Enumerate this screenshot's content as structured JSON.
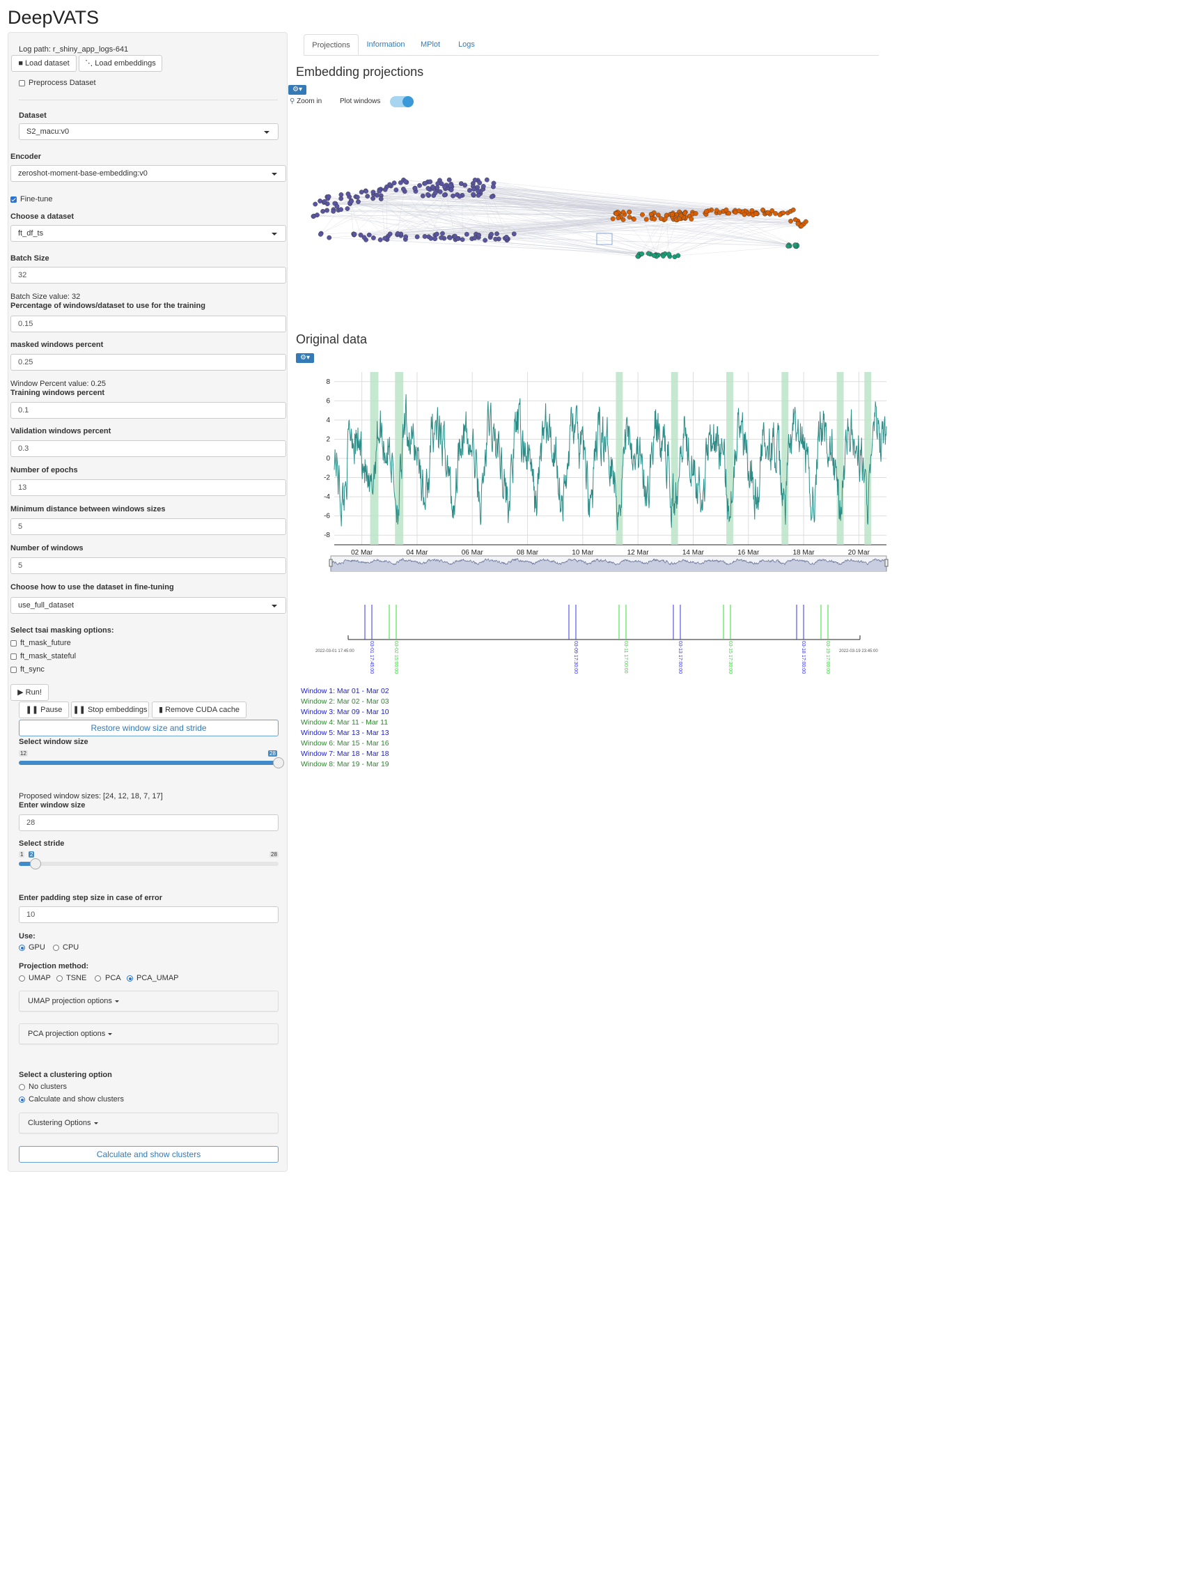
{
  "app": {
    "title": "DeepVATS"
  },
  "sidebar": {
    "log_path": "Log path: r_shiny_app_logs-641",
    "load_dataset": "Load dataset",
    "load_embeddings": "Load embeddings",
    "preprocess": "Preprocess Dataset",
    "dataset_label": "Dataset",
    "dataset_value": "S2_macu:v0",
    "encoder_label": "Encoder",
    "encoder_value": "zeroshot-moment-base-embedding:v0",
    "finetune": "Fine-tune",
    "choose_dataset_label": "Choose a dataset",
    "choose_dataset_value": "ft_df_ts",
    "batch_label": "Batch Size",
    "batch_value": "32",
    "batch_text": "Batch Size value: 32",
    "pct_label": "Percentage of windows/dataset to use for the training",
    "pct_value": "0.15",
    "masked_label": "masked windows percent",
    "masked_value": "0.25",
    "window_pct_text": "Window Percent value: 0.25",
    "train_label": "Training windows percent",
    "train_value": "0.1",
    "valid_label": "Validation windows percent",
    "valid_value": "0.3",
    "epochs_label": "Number of epochs",
    "epochs_value": "13",
    "mindist_label": "Minimum distance between windows sizes",
    "mindist_value": "5",
    "nwin_label": "Number of windows",
    "nwin_value": "5",
    "howuse_label": "Choose how to use the dataset in fine-tuning",
    "howuse_value": "use_full_dataset",
    "tsai_label": "Select tsai masking options:",
    "tsai_options": [
      "ft_mask_future",
      "ft_mask_stateful",
      "ft_sync"
    ],
    "run": "Run!",
    "pause": "Pause",
    "stop": "Stop embeddings",
    "remove_cuda": "Remove CUDA cache",
    "restore": "Restore window size and stride",
    "winsize_label": "Select window size",
    "winsize_min": "12",
    "winsize_cur": "28",
    "winsize_pct": 1.0,
    "proposed": "Proposed window sizes: [24, 12, 18, 7, 17]",
    "enter_ws_label": "Enter window size",
    "enter_ws_value": "28",
    "stride_label": "Select stride",
    "stride_min": "1",
    "stride_cur": "2",
    "stride_max": "28",
    "stride_pct": 0.037,
    "padding_label": "Enter padding step size in case of error",
    "padding_value": "10",
    "use_label": "Use:",
    "use_options": [
      "GPU",
      "CPU"
    ],
    "use_selected": "GPU",
    "proj_label": "Projection method:",
    "proj_options": [
      "UMAP",
      "TSNE",
      "PCA",
      "PCA_UMAP"
    ],
    "proj_selected": "PCA_UMAP",
    "umap_opts": "UMAP projection options",
    "pca_opts": "PCA projection options",
    "cluster_label": "Select a clustering option",
    "cluster_options": [
      "No clusters",
      "Calculate and show clusters"
    ],
    "cluster_selected": "Calculate and show clusters",
    "clustering_opts": "Clustering Options",
    "calc_button": "Calculate and show clusters"
  },
  "tabs": [
    "Projections",
    "Information",
    "MPlot",
    "Logs"
  ],
  "active_tab": "Projections",
  "main": {
    "embedding_title": "Embedding projections",
    "zoom_in": "Zoom in",
    "plot_windows": "Plot windows",
    "plot_windows_on": true,
    "original_title": "Original data"
  },
  "colors": {
    "purple": "#5a55a0",
    "orange": "#d95f02",
    "green": "#1b9e77",
    "series": "#2a8c86",
    "highlight": "#b8e2c4",
    "blue_link": "#337ab7"
  },
  "chart_data": {
    "type": "line",
    "x_tick_labels": [
      "02 Mar",
      "04 Mar",
      "06 Mar",
      "08 Mar",
      "10 Mar",
      "12 Mar",
      "14 Mar",
      "16 Mar",
      "18 Mar",
      "20 Mar"
    ],
    "y_tick_labels": [
      "8",
      "6",
      "4",
      "2",
      "0",
      "-2",
      "-4",
      "-6",
      "-8"
    ],
    "ylim": [
      -9,
      9
    ],
    "x_range_days": [
      0.5,
      20.5
    ],
    "highlight_days": [
      [
        1.8,
        2.1
      ],
      [
        2.7,
        3.0
      ],
      [
        10.7,
        10.95
      ],
      [
        12.7,
        12.95
      ],
      [
        14.7,
        14.95
      ],
      [
        16.7,
        16.95
      ],
      [
        18.7,
        18.95
      ],
      [
        19.7,
        19.95
      ]
    ]
  },
  "timeline": {
    "start_label": "2022-03-01 17:45:00",
    "end_label": "2022-03-19 23:45:00",
    "marks": [
      {
        "label": "03-01 17:45:00",
        "color": "blue"
      },
      {
        "label": "03-02 15:00:00",
        "color": "green"
      },
      {
        "label": "03-09 17:30:00",
        "color": "blue"
      },
      {
        "label": "03-11 17:00:00",
        "color": "green"
      },
      {
        "label": "03-13 17:00:00",
        "color": "blue"
      },
      {
        "label": "03-15 17:30:00",
        "color": "green"
      },
      {
        "label": "03-18 17:00:00",
        "color": "blue"
      },
      {
        "label": "03-19 17:00:00",
        "color": "green"
      }
    ]
  },
  "windows": [
    {
      "text": "Window 1: Mar 01 - Mar 02",
      "color": "#1c1ccc"
    },
    {
      "text": "Window 2: Mar 02 - Mar 03",
      "color": "#2a8a2a"
    },
    {
      "text": "Window 3: Mar 09 - Mar 10",
      "color": "#1c1ccc"
    },
    {
      "text": "Window 4: Mar 11 - Mar 11",
      "color": "#2a8a2a"
    },
    {
      "text": "Window 5: Mar 13 - Mar 13",
      "color": "#1c1ccc"
    },
    {
      "text": "Window 6: Mar 15 - Mar 16",
      "color": "#2a8a2a"
    },
    {
      "text": "Window 7: Mar 18 - Mar 18",
      "color": "#1c1ccc"
    },
    {
      "text": "Window 8: Mar 19 - Mar 19",
      "color": "#2a8a2a"
    }
  ]
}
